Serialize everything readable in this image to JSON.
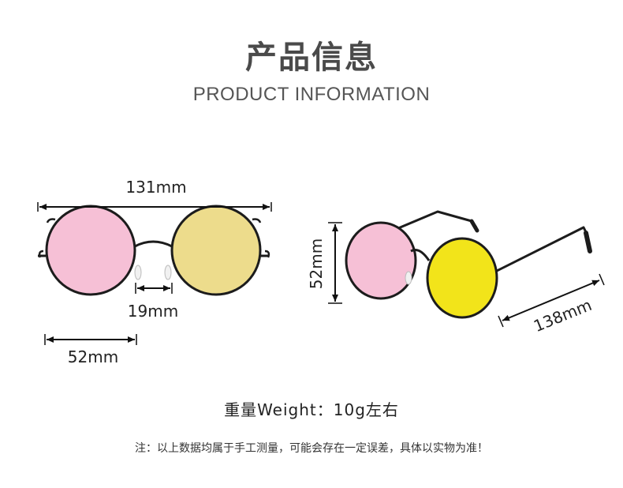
{
  "header": {
    "title_cn": "产品信息",
    "title_en": "PRODUCT INFORMATION"
  },
  "dimensions": {
    "total_width": "131mm",
    "bridge": "19mm",
    "lens_width": "52mm",
    "lens_height": "52mm",
    "temple_length": "138mm"
  },
  "lens_colors": {
    "left": "#f6c0d6",
    "right_front": "#eddc8c",
    "right_side": "#f2e41a",
    "frame": "#1c1c1c"
  },
  "weight_label": "重量Weight：10g左右",
  "note": "注：以上数据均属于手工测量，可能会存在一定误差，具体以实物为准！"
}
